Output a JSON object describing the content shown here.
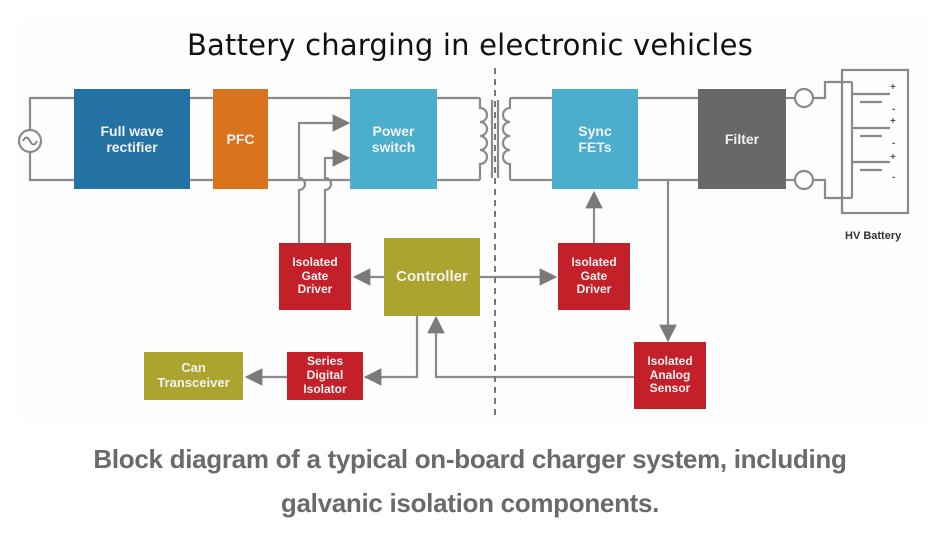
{
  "title": "Battery charging in electronic vehicles",
  "blocks": {
    "rectifier": "Full wave\nrectifier",
    "pfc": "PFC",
    "power_switch": "Power\nswitch",
    "sync_fets": "Sync\nFETs",
    "filter": "Filter",
    "gate_driver_left": "Isolated\nGate\nDriver",
    "controller": "Controller",
    "gate_driver_right": "Isolated\nGate\nDriver",
    "can_transceiver": "Can\nTransceiver",
    "digital_isolator": "Series\nDigital\nIsolator",
    "analog_sensor": "Isolated\nAnalog\nSensor"
  },
  "battery": {
    "label": "HV Battery",
    "terminals": [
      "+",
      "-",
      "+",
      "-",
      "+",
      "-"
    ]
  },
  "caption": {
    "line1": "Block diagram of a typical on-board charger system, including",
    "line2": "galvanic isolation components."
  },
  "colors": {
    "rectifier": "#2472a4",
    "pfc": "#d9731e",
    "switch": "#4aaecc",
    "filter": "#686868",
    "controller": "#aba530",
    "isolator": "#c4202a",
    "wire": "#8a8a8a"
  }
}
